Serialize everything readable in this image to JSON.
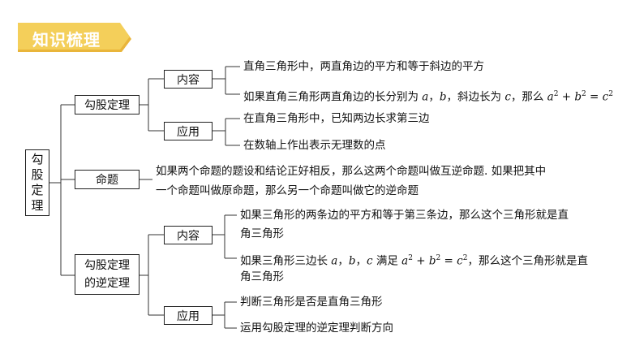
{
  "banner": {
    "title": "知识梳理"
  },
  "root": {
    "chars": [
      "勾",
      "股",
      "定",
      "理"
    ]
  },
  "branches": {
    "pythagoras": {
      "label": "勾股定理",
      "content": {
        "label": "内容",
        "item1": "直角三角形中，两直角边的平方和等于斜边的平方",
        "item2": "如果直角三角形两直角边的长分别为 a，b，斜边长为 c，那么 a² + b² = c²"
      },
      "application": {
        "label": "应用",
        "item1": "在直角三角形中，已知两边长求第三边",
        "item2": "在数轴上作出表示无理数的点"
      }
    },
    "proposition": {
      "label": "命题",
      "line1": "如果两个命题的题设和结论正好相反，那么这两个命题叫做互逆命题. 如果把其中",
      "line2": "一个命题叫做原命题，那么另一个命题叫做它的逆命题"
    },
    "converse": {
      "label_line1": "勾股定理",
      "label_line2": "的逆定理",
      "content": {
        "label": "内容",
        "item1_line1": "如果三角形的两条边的平方和等于第三条边，那么这个三角形就是直",
        "item1_line2": "角三角形",
        "item2_line1": "如果三角形三边长 a，b，c 满足 a² + b² = c²，那么这个三角形就是直",
        "item2_line2": "角三角形"
      },
      "application": {
        "label": "应用",
        "item1": "判断三角形是否是直角三角形",
        "item2": "运用勾股定理的逆定理判断方向"
      }
    }
  },
  "colors": {
    "banner": "#f2c94c",
    "banner_shadow": "#e3b23a",
    "line": "#333333"
  }
}
